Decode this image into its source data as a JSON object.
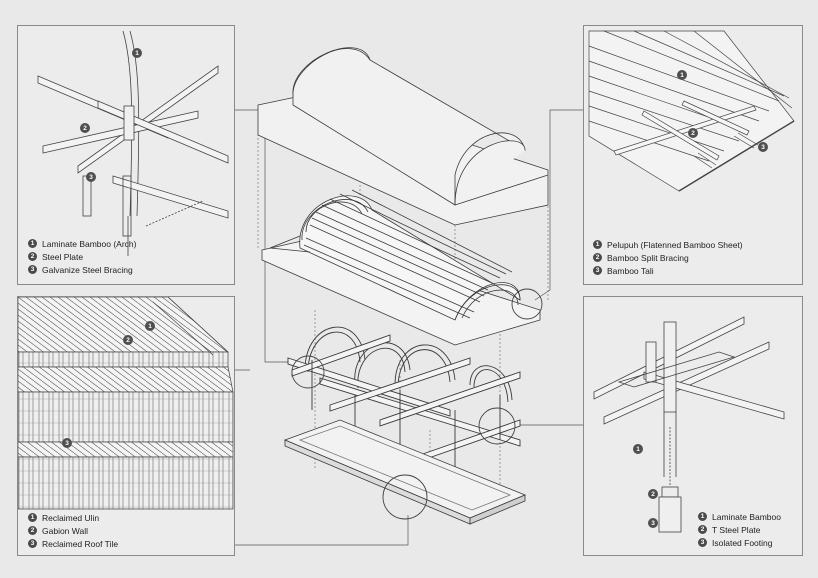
{
  "panels": {
    "top_left": {
      "legend": [
        {
          "n": "1",
          "label": "Laminate Bamboo (Arch)"
        },
        {
          "n": "2",
          "label": "Steel Plate"
        },
        {
          "n": "3",
          "label": "Galvanize Steel Bracing"
        }
      ]
    },
    "top_right": {
      "legend": [
        {
          "n": "1",
          "label": "Pelupuh (Flatenned Bamboo Sheet)"
        },
        {
          "n": "2",
          "label": "Bamboo Split Bracing"
        },
        {
          "n": "3",
          "label": "Bamboo Tali"
        }
      ]
    },
    "bottom_left": {
      "legend": [
        {
          "n": "1",
          "label": "Reclaimed Ulin"
        },
        {
          "n": "2",
          "label": "Gabion Wall"
        },
        {
          "n": "3",
          "label": "Reclaimed Roof Tile"
        }
      ]
    },
    "bottom_right": {
      "legend": [
        {
          "n": "1",
          "label": "Laminate Bamboo"
        },
        {
          "n": "2",
          "label": "T Steel Plate"
        },
        {
          "n": "3",
          "label": "Isolated Footing"
        }
      ]
    }
  },
  "colors": {
    "background": "#e9e9e9",
    "line": "#3a3a3a",
    "marker": "#4f4f4f"
  }
}
